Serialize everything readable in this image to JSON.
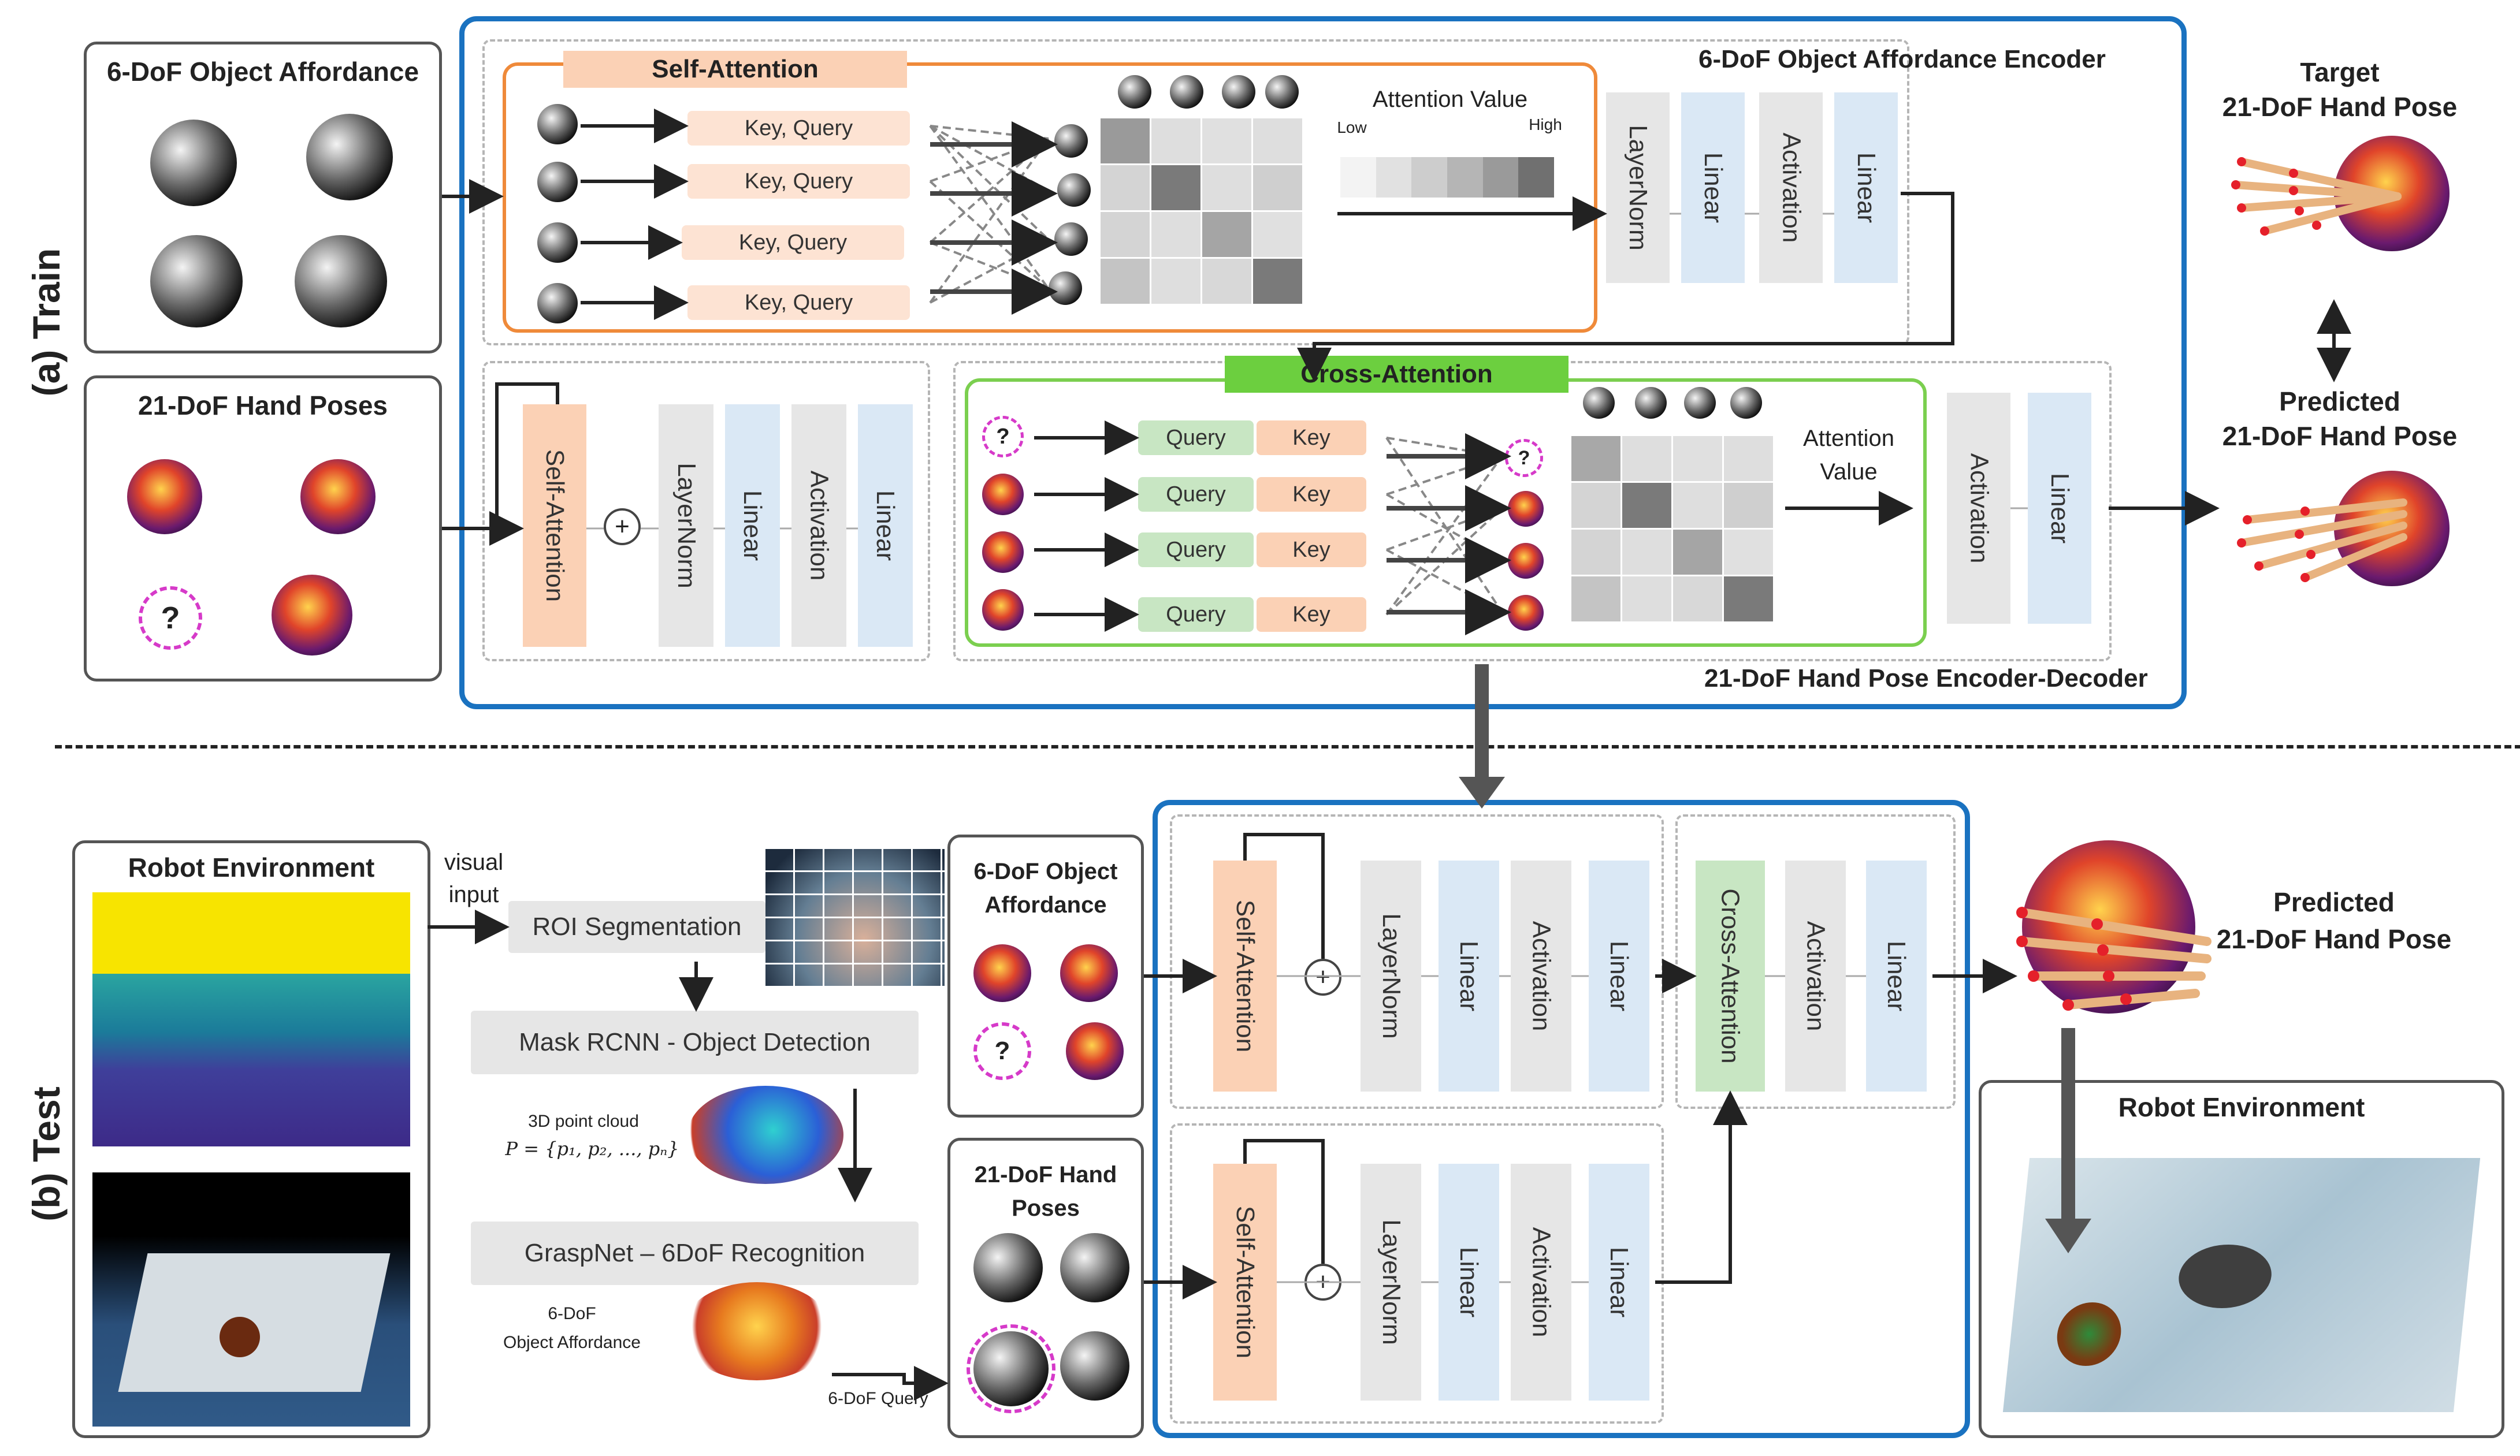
{
  "side_labels": {
    "train": "(a) Train",
    "test": "(b) Test"
  },
  "train": {
    "object_affordance_title": "6-DoF Object Affordance",
    "hand_poses_title": "21-DoF Hand Poses",
    "encoder_title": "6-DoF Object Affordance Encoder",
    "self_attention_label": "Self-Attention",
    "key_query_labels": [
      "Key, Query",
      "Key, Query",
      "Key, Query",
      "Key, Query"
    ],
    "attention_value_title": "Attention Value",
    "attention_low": "Low",
    "attention_high": "High",
    "encoder_layers": [
      "LayerNorm",
      "Linear",
      "Activation",
      "Linear"
    ],
    "cross_attention_label": "Cross-Attention",
    "query_labels": [
      "Query",
      "Query",
      "Query",
      "Query"
    ],
    "key_labels": [
      "Key",
      "Key",
      "Key",
      "Key"
    ],
    "attention_value_2": "Attention\nValue",
    "decoder_self_attention": "Self-Attention",
    "decoder_layers": [
      "LayerNorm",
      "Linear",
      "Activation",
      "Linear"
    ],
    "cross_out_layers": [
      "Activation",
      "Linear"
    ],
    "decoder_title": "21-DoF Hand Pose Encoder-Decoder",
    "target_title": "Target\n21-DoF Hand Pose",
    "predicted_title": "Predicted\n21-DoF Hand Pose",
    "question_mark": "?"
  },
  "test": {
    "robot_env_title": "Robot Environment",
    "visual_input": "visual\ninput",
    "roi_segmentation": "ROI Segmentation",
    "mask_rcnn": "Mask RCNN - Object Detection",
    "point_cloud_label": "3D point cloud",
    "point_cloud_formula": "P = {p₁, p₂, ..., pₙ}",
    "graspnet": "GraspNet – 6DoF Recognition",
    "affordance_small_label": "6-DoF\nObject Affordance",
    "query_small_label": "6-DoF Query",
    "affordance_box_title": "6-DoF Object\nAffordance",
    "hand_box_title": "21-DoF Hand\nPoses",
    "top_branch": [
      "Self-Attention",
      "LayerNorm",
      "Linear",
      "Activation",
      "Linear"
    ],
    "cross_branch": [
      "Cross-Attention",
      "Activation",
      "Linear"
    ],
    "bottom_branch": [
      "Self-Attention",
      "LayerNorm",
      "Linear",
      "Activation",
      "Linear"
    ],
    "predicted_title": "Predicted\n21-DoF Hand Pose",
    "robot_env_title_2": "Robot Environment",
    "question_mark": "?"
  },
  "colors": {
    "blue_border": "#1a72c0",
    "orange_border": "#ef8a3a",
    "green_border": "#7bcf4f",
    "cross_attention_tag": "#6ccf3f",
    "self_attention_tag": "#fbd1b5",
    "magenta_dash": "#d63ac9"
  }
}
